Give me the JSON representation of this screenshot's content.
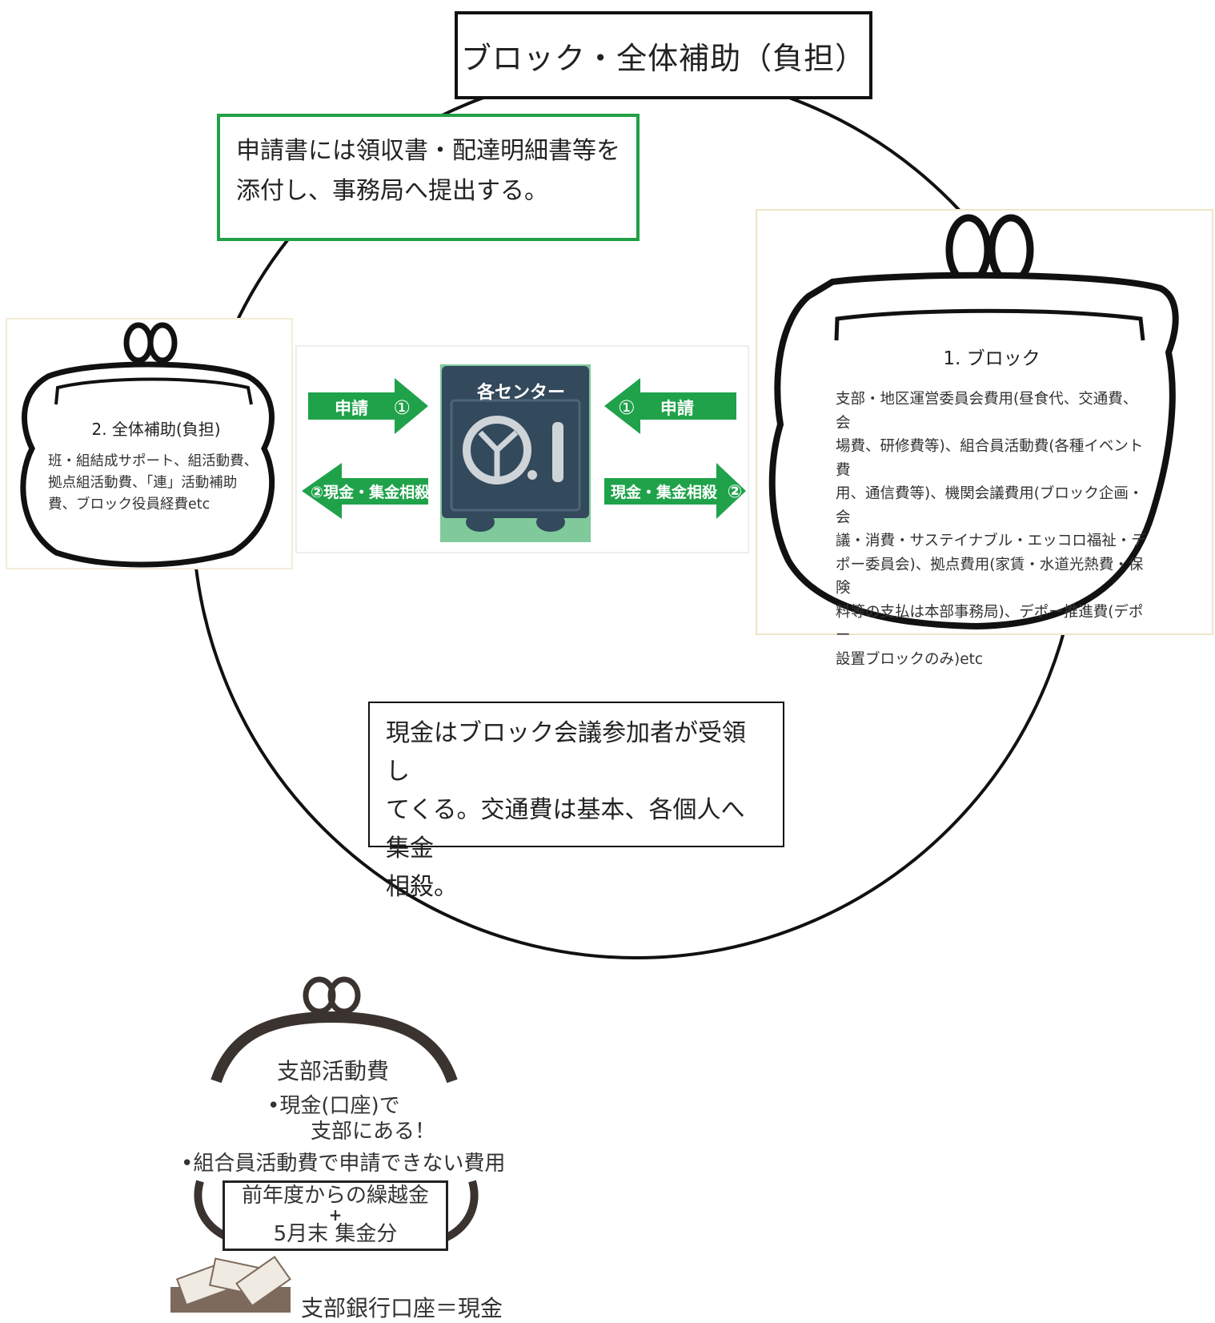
{
  "title": "ブロック・全体補助（負担）",
  "application_note": [
    "申請書には領収書・配達明細書等を",
    "添付し、事務局へ提出する。"
  ],
  "center": {
    "label": "各センター",
    "arrows": {
      "left_in": {
        "text": "申請",
        "num": "①"
      },
      "left_out": {
        "num": "②",
        "text": "現金・集金相殺"
      },
      "right_in": {
        "num": "①",
        "text": "申請"
      },
      "right_out": {
        "text": "現金・集金相殺",
        "num": "②"
      }
    }
  },
  "purse_block": {
    "title": "1. ブロック",
    "lines": [
      "支部・地区運営委員会費用(昼食代、交通費、会",
      "場費、研修費等)、組合員活動費(各種イベント費",
      "用、通信費等)、機関会議費用(ブロック企画・会",
      "議・消費・サステイナブル・エッコロ福祉・デ",
      "ポー委員会)、拠点費用(家賃・水道光熱費・保険",
      "料等の支払は本部事務局)、デポー推進費(デポー",
      "設置ブロックのみ)etc"
    ]
  },
  "purse_all": {
    "title": "2. 全体補助(負担)",
    "lines": [
      "班・組結成サポート、組活動費、",
      "拠点組活動費、「連」活動補助",
      "費、ブロック役員経費etc"
    ]
  },
  "cash_note": [
    "現金はブロック会議参加者が受領し",
    "てくる。交通費は基本、各個人へ集金",
    "相殺。"
  ],
  "branch": {
    "title": "支部活動費",
    "line1": "•現金(口座)で",
    "line2": "支部にある！",
    "line3": "•組合員活動費で申請できない費用",
    "carry_line1": "前年度からの繰越金",
    "carry_plus": "+",
    "carry_line2": "5月末 集金分",
    "bank": "支部銀行口座＝現金"
  },
  "colors": {
    "arrow_green": "#1fa24a",
    "frame_green": "#22a045",
    "safe_body": "#33495c",
    "safe_bg": "#7fc99a"
  }
}
